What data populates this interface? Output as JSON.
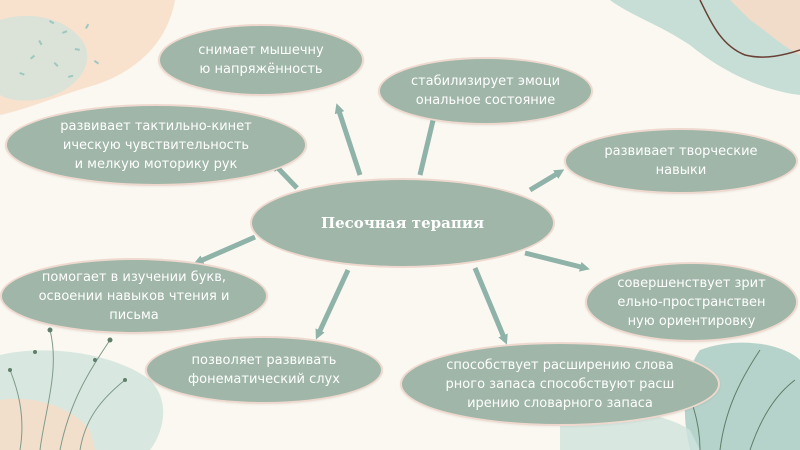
{
  "diagram": {
    "center": "Песочная терапия",
    "nodes": {
      "muscle_tension": "снимает мышечну\nю напряжённость",
      "emotional_state": "стабилизирует эмоци\nональное состояние",
      "tactile_kinetic": "развивает тактильно-кинет\nическую чувствительность\nи мелкую моторику рук",
      "creative_skills": "развивает творческие\nнавыки",
      "letters_reading": "помогает в изучении букв,\nосвоении навыков чтения и\nписьма",
      "spatial_orientation": "совершенствует зрит\nельно-пространствен\nную ориентировку",
      "phonemic_hearing": "позволяет развивать\nфонематический слух",
      "vocabulary": "способствует расширению слова\nрного запаса способствуют расш\nирению словарного запаса"
    }
  },
  "colors": {
    "background": "#fbf8f1",
    "bubble": "#9fb6a8",
    "bubble_border": "#efd9cf",
    "arrow": "#8fb3a9",
    "accent_peach": "#f7dcc6",
    "accent_mint": "#bcd9d0"
  }
}
